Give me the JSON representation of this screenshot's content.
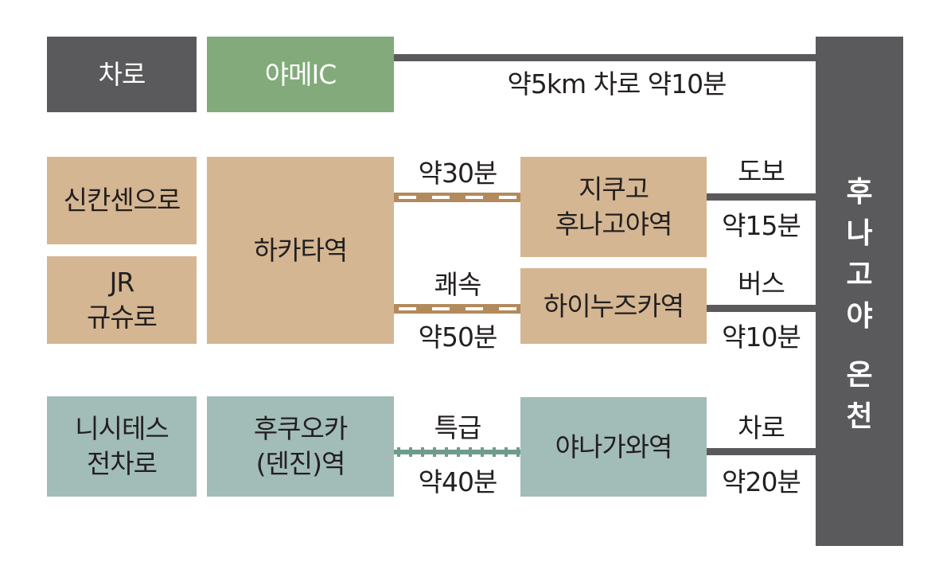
{
  "colors": {
    "dark": "#5a5a5c",
    "green": "#82aa7a",
    "tan": "#d4b692",
    "tan_line": "#b38a5c",
    "teal": "#a2bcb8",
    "teal_line": "#6f9b8e"
  },
  "row_car": {
    "mode": "차로",
    "start": "야메IC",
    "route_label": "약5km 차로 약10분"
  },
  "row_jr": {
    "mode_1": "신칸센으로",
    "mode_2": "JR\n규슈로",
    "start": "하카타역",
    "route_top": {
      "label_above": "약30분",
      "station": "지쿠고\n후나고야역",
      "transfer_above": "도보",
      "transfer_below": "약15분"
    },
    "route_bottom": {
      "label_above": "쾌속",
      "label_below": "약50분",
      "station": "하이누즈카역",
      "transfer_above": "버스",
      "transfer_below": "약10분"
    }
  },
  "row_nishitetsu": {
    "mode": "니시테스\n전차로",
    "start": "후쿠오카\n(덴진)역",
    "label_above": "특급",
    "label_below": "약40분",
    "station": "야나가와역",
    "transfer_above": "차로",
    "transfer_below": "약20분"
  },
  "destination": {
    "chars": [
      "후",
      "나",
      "고",
      "야",
      "",
      "온",
      "천"
    ]
  }
}
